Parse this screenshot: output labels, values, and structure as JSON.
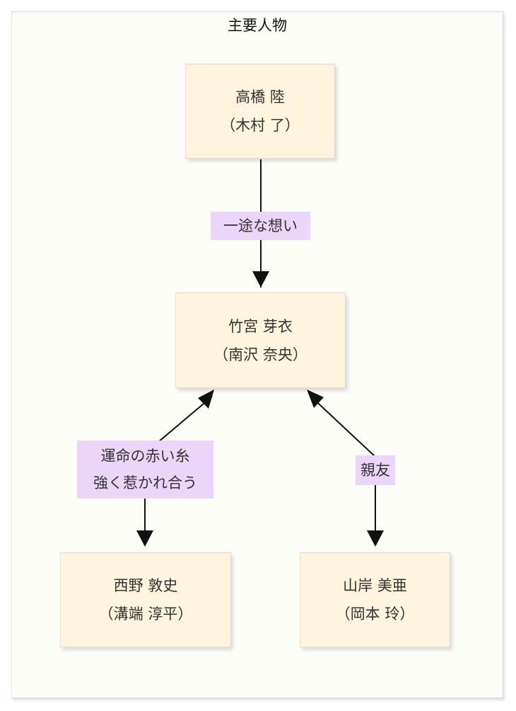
{
  "diagram": {
    "title": "主要人物",
    "colors": {
      "background": "#fdfdf7",
      "node_fill": "#fff4de",
      "node_border": "#e3d0ea",
      "edge_label_fill": "#ebd6fa",
      "edge_stroke": "#111111"
    },
    "nodes": [
      {
        "id": "takahashi",
        "name": "高橋 陸",
        "actor": "（木村 了）"
      },
      {
        "id": "takemiya",
        "name": "竹宮 芽衣",
        "actor": "（南沢 奈央）"
      },
      {
        "id": "nishino",
        "name": "西野 敦史",
        "actor": "（溝端 淳平）"
      },
      {
        "id": "yamagishi",
        "name": "山岸 美亜",
        "actor": "（岡本 玲）"
      }
    ],
    "edges": [
      {
        "from": "takahashi",
        "to": "takemiya",
        "direction": "forward",
        "label_lines": [
          "一途な想い"
        ]
      },
      {
        "from": "nishino",
        "to": "takemiya",
        "direction": "both",
        "label_lines": [
          "運命の赤い糸",
          "強く惹かれ合う"
        ]
      },
      {
        "from": "yamagishi",
        "to": "takemiya",
        "direction": "both",
        "label_lines": [
          "親友"
        ]
      }
    ]
  }
}
